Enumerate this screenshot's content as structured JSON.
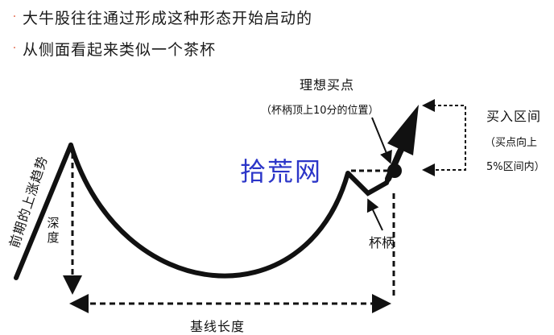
{
  "bullets": [
    {
      "marker": "·",
      "text": "大牛股往往通过形成这种形态开始启动的"
    },
    {
      "marker": "·",
      "text": "从侧面看起来类似一个茶杯"
    }
  ],
  "labels": {
    "buy_point_title": "理想买点",
    "buy_point_sub": "（杯柄顶上10分的位置）",
    "buy_zone_title": "买入区间",
    "buy_zone_line1": "（买点向上",
    "buy_zone_line2": "5%区间内）",
    "watermark": "拾荒网",
    "handle": "杯柄",
    "baseline": "基线长度",
    "depth": "深度",
    "prior_trend": "前期的上涨趋势"
  },
  "colors": {
    "bullet": "#e05a3a",
    "watermark": "#2b35c8",
    "line": "#111111"
  }
}
